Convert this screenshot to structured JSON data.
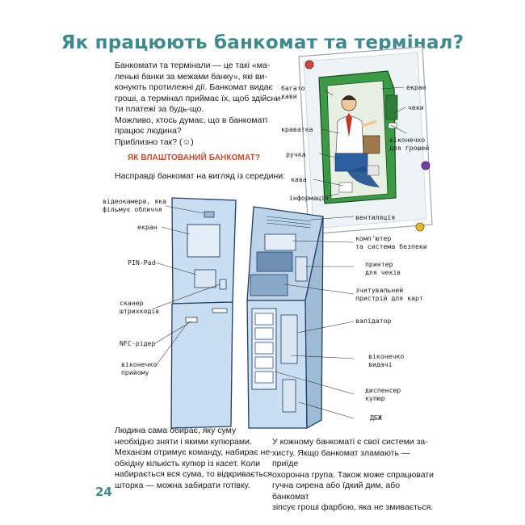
{
  "title": "Як працюють банкомат та термінал?",
  "intro": {
    "lines": [
      "Банкомати та термінали — це такі «ма-",
      "ленькі банки за межами банку», які ви-",
      "конують протилежні дії. Банкомат видає",
      "гроші, а термінал приймає їх, щоб здійсни-",
      "ти платежі за будь-що.",
      "Можливо, хтось думає, що в банкоматі",
      "працює людина?",
      "Приблизно так? (☺)"
    ]
  },
  "section_heading": "ЯК ВЛАШТОВАНИЙ БАНКОМАТ?",
  "subtitle": "Насправді банкомат на вигляд із середини:",
  "inset_labels": {
    "bahato_kavy": [
      "багато",
      "кави"
    ],
    "kravatka": "краватка",
    "ruchka": "ручка",
    "kava": "кава",
    "informatsiia": "інформація",
    "ekran": "екран",
    "cheky": "чеки",
    "vikonechko_hroshei": [
      "віконечко",
      "для грошей"
    ]
  },
  "atm_labels_left": {
    "videokamera": [
      "відеокамера, яка",
      "фільмує обличчя"
    ],
    "ekran": "екран",
    "pin_pad": "PIN-Pad",
    "skaner": [
      "сканер",
      "штрихкодів"
    ],
    "nfc": "NFC-рідер",
    "vikonechko_pryiomu": [
      "віконечко",
      "прийому"
    ]
  },
  "atm_labels_right": {
    "ventyliatsiia": "вентиляція",
    "kompiuter": [
      "комп'ютер",
      "та система безпеки"
    ],
    "prynter": [
      "принтер",
      "для чеків"
    ],
    "zchytuvalnyi": [
      "зчитувальний",
      "пристрій для карт"
    ],
    "validator": "валідатор",
    "vikonechko_vydachi": [
      "віконечко",
      "видачі"
    ],
    "dyspenser": [
      "диспенсер",
      "купюр"
    ],
    "dbzh": "ДБЖ"
  },
  "bottom_left": {
    "lines": [
      "Людина сама обирає, яку суму",
      "необхідно зняти і якими купюрами.",
      "Механізм отримує команду, набирає не-",
      "обхідну кількість купюр із касет. Коли",
      "набирається вся сума, то відкривається",
      "шторка — можна забирати готівку."
    ]
  },
  "bottom_right": {
    "lines": [
      "У кожному банкоматі є свої системи за-",
      "хисту. Якщо банкомат зламають — приїде",
      "охоронна група. Також може спрацювати",
      "гучна сирена або їдкий дим, або банкомат",
      "зіпсує гроші фарбою, яка не змивається."
    ]
  },
  "page_number": "24",
  "colors": {
    "title": "#3f8a8e",
    "section": "#d14628",
    "atm_blue": "#c9def0",
    "atm_line": "#1f3f66",
    "inset_green": "#3b9a45",
    "pin_red": "#d0443a",
    "pin_purple": "#7b3ea0",
    "pin_yellow": "#e6b92a",
    "pin_green": "#3f9a3f"
  }
}
